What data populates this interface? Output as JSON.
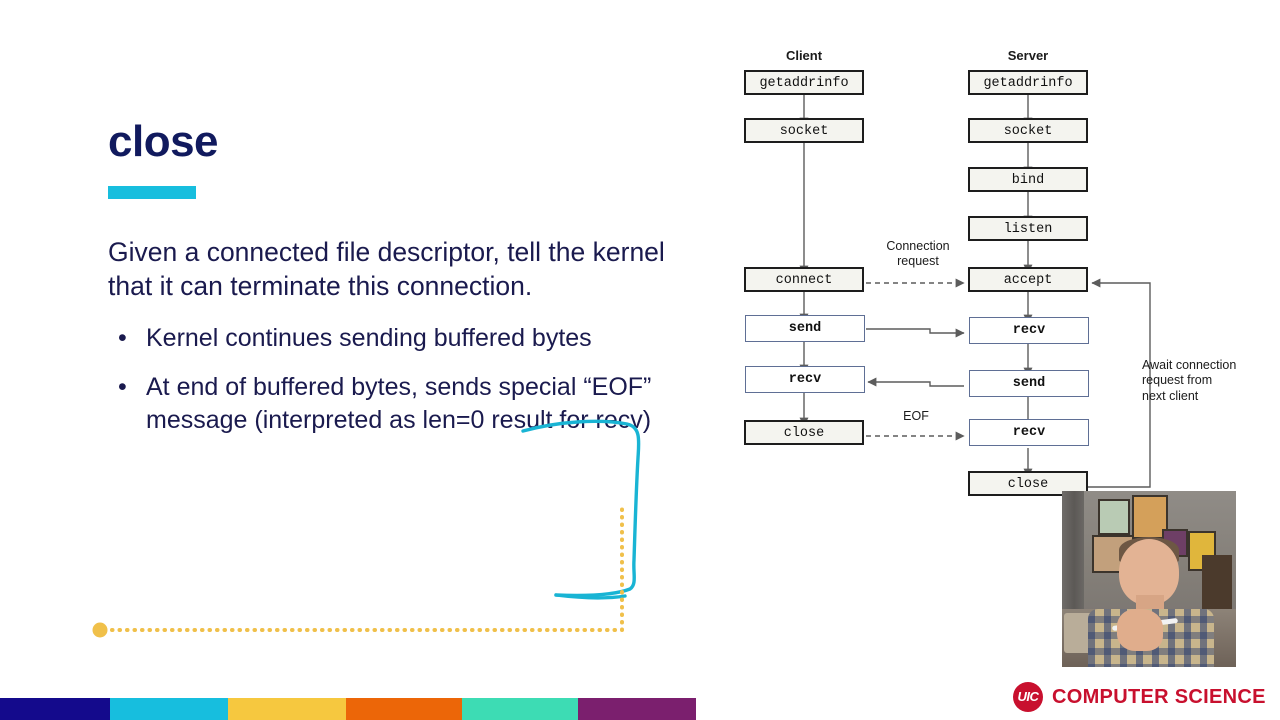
{
  "slide": {
    "title": "close",
    "lead_paragraph": "Given a connected file descriptor, tell the kernel that it can terminate this connection.",
    "bullets": [
      "Kernel continues sending buffered bytes",
      "At end of buffered bytes, sends special “EOF” message (interpreted as len=0 result for recv)"
    ],
    "bullet_marker": "•",
    "accent_color": "#17bede",
    "title_color": "#111a5e",
    "body_color": "#1a1a4e"
  },
  "diagram": {
    "client_header": "Client",
    "server_header": "Server",
    "client_steps": [
      {
        "label": "getaddrinfo",
        "highlight": false
      },
      {
        "label": "socket",
        "highlight": false
      },
      {
        "label": "connect",
        "highlight": false
      },
      {
        "label": "send",
        "highlight": true
      },
      {
        "label": "recv",
        "highlight": true
      },
      {
        "label": "close",
        "highlight": false
      }
    ],
    "server_steps": [
      {
        "label": "getaddrinfo",
        "highlight": false
      },
      {
        "label": "socket",
        "highlight": false
      },
      {
        "label": "bind",
        "highlight": false
      },
      {
        "label": "listen",
        "highlight": false
      },
      {
        "label": "accept",
        "highlight": false
      },
      {
        "label": "recv",
        "highlight": true
      },
      {
        "label": "send",
        "highlight": true
      },
      {
        "label": "recv",
        "highlight": true
      },
      {
        "label": "close",
        "highlight": false
      }
    ],
    "labels": {
      "connection_request": "Connection\nrequest",
      "connection_request_line1": "Connection",
      "connection_request_line2": "request",
      "eof": "EOF",
      "await_line1": "Await connection",
      "await_line2": "request from",
      "await_line3": "next client"
    }
  },
  "annotations": {
    "ink_color": "#19b4d4",
    "dotted_color": "#f0c04a"
  },
  "bottom_bar": {
    "segments": [
      {
        "name": "navy",
        "color": "#140a8c",
        "width": 110
      },
      {
        "name": "cyan",
        "color": "#17bede",
        "width": 118
      },
      {
        "name": "yellow",
        "color": "#f6c83f",
        "width": 118
      },
      {
        "name": "orange",
        "color": "#ec6608",
        "width": 116
      },
      {
        "name": "mint",
        "color": "#3ddcb4",
        "width": 116
      },
      {
        "name": "purple",
        "color": "#7b1f6e",
        "width": 118
      }
    ]
  },
  "footer": {
    "mark_text": "UIC",
    "wordmark": "COMPUTER SCIENCE",
    "brand_color": "#c8102e"
  }
}
